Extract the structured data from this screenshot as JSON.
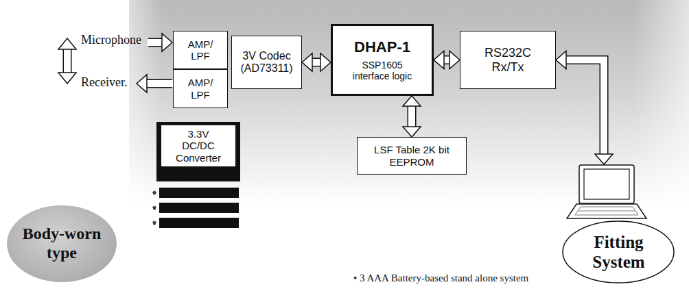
{
  "diagram": {
    "nodes": [
      {
        "text": [
          "AMP/ LPF"
        ]
      },
      {
        "text": [
          "AMP/ LPF"
        ]
      },
      {
        "text": [
          "3V Codec (AD73311)"
        ]
      },
      {
        "text": [
          "DHAP-1",
          "SSP1605 interface logic"
        ]
      },
      {
        "text": [
          "RS232C Rx/Tx"
        ]
      },
      {
        "text": [
          "3.3V DC/DC Converter"
        ]
      },
      {
        "text": [
          "LSF Table 2K bit EEPROM"
        ]
      },
      {
        "text": [
          "Fitting System"
        ]
      },
      {
        "text": [
          "Body-worn type"
        ]
      }
    ],
    "edges": [
      {
        "from": 2,
        "to": 3,
        "arrow": "both"
      },
      {
        "from": 3,
        "to": 4,
        "arrow": "both"
      },
      {
        "from": 3,
        "to": 6,
        "arrow": "both"
      },
      {
        "from": 4,
        "to": 7,
        "arrow": "both"
      }
    ],
    "labels": [
      "Microphone",
      "Receiver.",
      "• 3 AAA Battery-based stand alone system"
    ]
  }
}
